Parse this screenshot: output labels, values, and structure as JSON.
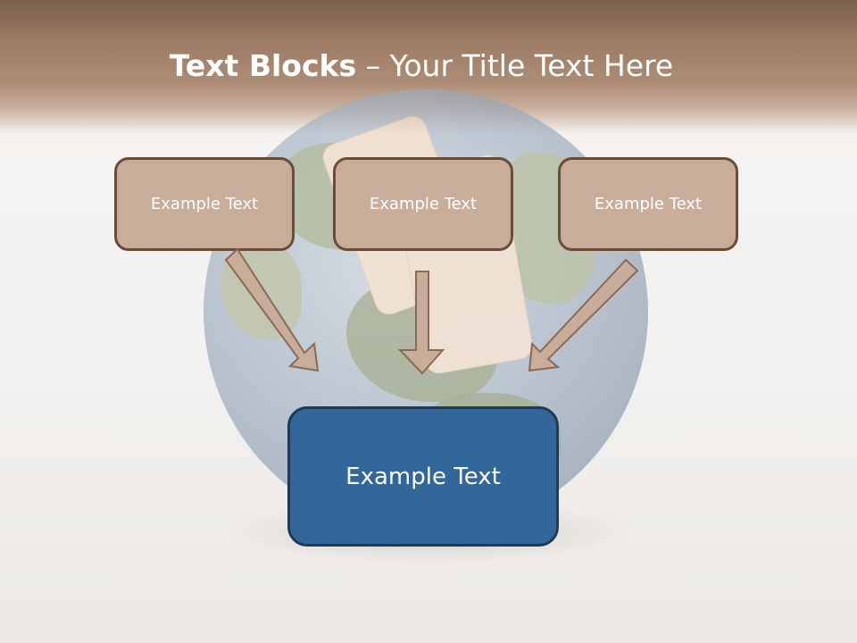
{
  "slide": {
    "title_bold": "Text Blocks",
    "title_rest": " – Your Title Text Here"
  },
  "boxes": {
    "left": "Example Text",
    "center": "Example Text",
    "right": "Example Text",
    "main": "Example Text"
  },
  "colors": {
    "header": "#9a7a63",
    "small_box_fill": "#c8ad9b",
    "small_box_border": "#6b4c39",
    "main_box_fill": "#336699",
    "arrow_fill": "#c8ad9b"
  },
  "background_image": "earth-globe-with-bandage"
}
